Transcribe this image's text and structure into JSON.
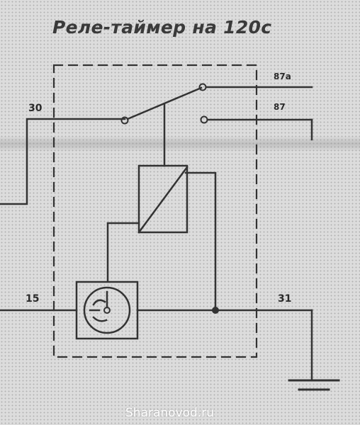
{
  "diagram": {
    "title": "Реле-таймер на 120с",
    "terminals": {
      "t30": "30",
      "t87a": "87a",
      "t87": "87",
      "t15": "15",
      "t31": "31"
    },
    "watermark": "Sharanovod.ru"
  }
}
